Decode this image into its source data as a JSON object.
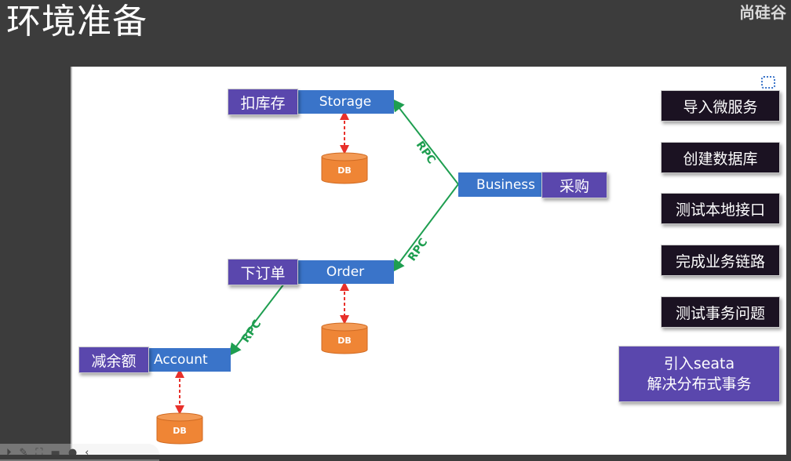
{
  "header": {
    "title": "环境准备",
    "brand": "尚硅谷"
  },
  "diagram": {
    "services": [
      {
        "id": "storage",
        "name": "Storage",
        "tag": "扣库存"
      },
      {
        "id": "business",
        "name": "Business",
        "tag": "采购"
      },
      {
        "id": "order",
        "name": "Order",
        "tag": "下订单"
      },
      {
        "id": "account",
        "name": "Account",
        "tag": "减余额"
      }
    ],
    "db_label": "DB",
    "edge_label": "RPC",
    "edges": [
      {
        "from": "business",
        "to": "storage",
        "label": "RPC"
      },
      {
        "from": "business",
        "to": "order",
        "label": "RPC"
      },
      {
        "from": "order",
        "to": "account",
        "label": "RPC"
      }
    ],
    "colors": {
      "service": "#3a74c9",
      "tag": "#5a47ad",
      "db": "#ef8535",
      "rpc": "#1e9e50",
      "db_link": "#e8302a"
    }
  },
  "steps": [
    "导入微服务",
    "创建数据库",
    "测试本地接口",
    "完成业务链路",
    "测试事务问题"
  ],
  "final_step": {
    "line1": "引入seata",
    "line2": "解决分布式事务"
  },
  "toolbar": {
    "icons": [
      "play-icon",
      "pen-icon",
      "screenshot-icon",
      "camera-icon",
      "more-icon",
      "collapse-icon"
    ]
  }
}
